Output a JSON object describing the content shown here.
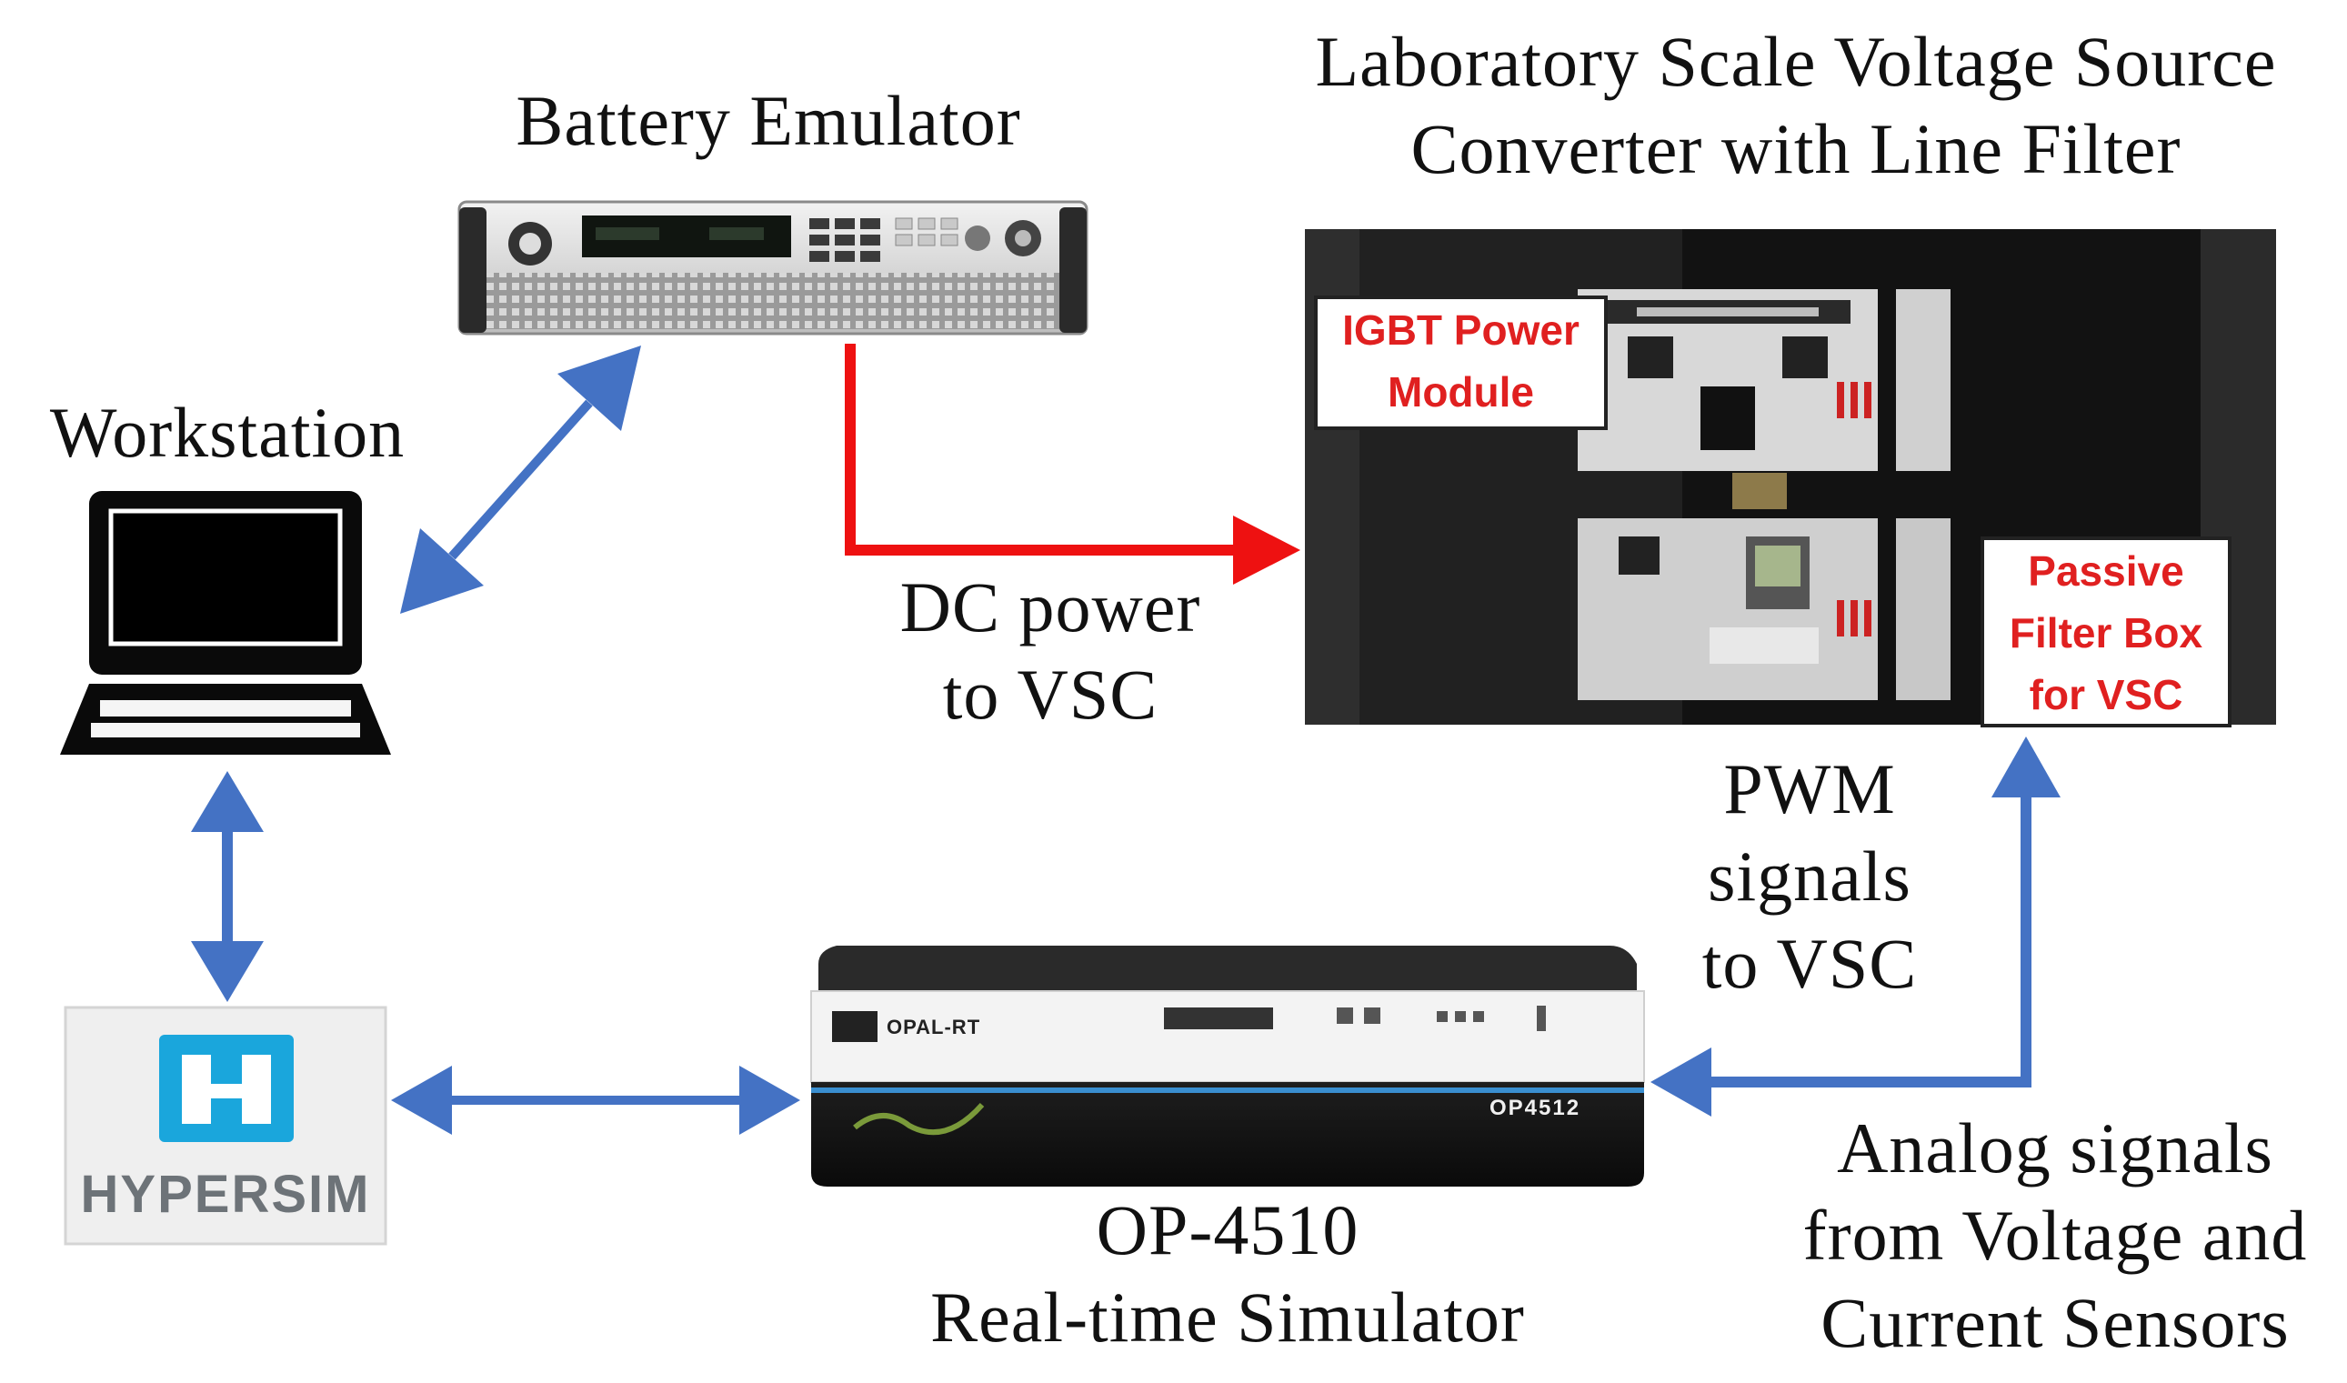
{
  "labels": {
    "battery_emulator": "Battery Emulator",
    "workstation": "Workstation",
    "lab_vsc_line1": "Laboratory Scale Voltage Source",
    "lab_vsc_line2": "Converter with Line Filter",
    "dc_power_line1": "DC power",
    "dc_power_line2": "to VSC",
    "pwm_line1": "PWM",
    "pwm_line2": "signals",
    "pwm_line3": "to VSC",
    "op_line1": "OP-4510",
    "op_line2": "Real-time Simulator",
    "analog_line1": "Analog signals",
    "analog_line2": "from Voltage and",
    "analog_line3": "Current Sensors"
  },
  "callouts": {
    "igbt_line1": "IGBT Power",
    "igbt_line2": "Module",
    "filter_line1": "Passive",
    "filter_line2": "Filter Box",
    "filter_line3": "for VSC"
  },
  "logos": {
    "hypersim": "HYPERSIM",
    "opal_rt": "OPAL-RT",
    "op_model": "OP4512"
  },
  "colors": {
    "dc_power_arrow": "#ee1111",
    "signal_arrow": "#4472c4",
    "callout_text": "#e02020",
    "hypersim_logo": "#1aa6dc"
  }
}
